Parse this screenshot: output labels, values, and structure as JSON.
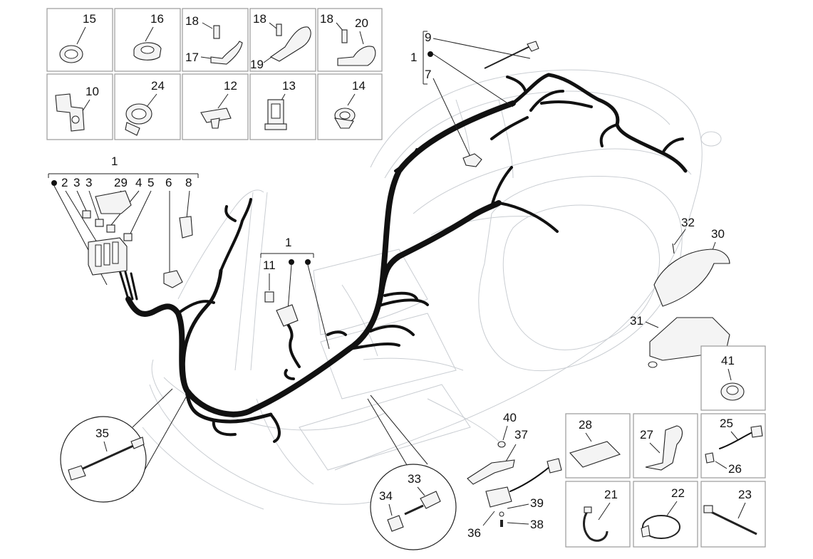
{
  "diagram": {
    "callouts": {
      "c15": "15",
      "c16": "16",
      "c18a": "18",
      "c17": "17",
      "c18b": "18",
      "c19": "19",
      "c18c": "18",
      "c20": "20",
      "c10": "10",
      "c24": "24",
      "c12": "12",
      "c13": "13",
      "c14": "14",
      "c9": "9",
      "c1_top": "1",
      "c7": "7",
      "c1_left": "1",
      "c2": "2",
      "c3a": "3",
      "c3b": "3",
      "c29": "29",
      "c4": "4",
      "c5": "5",
      "c6": "6",
      "c8": "8",
      "c1_mid": "1",
      "c11": "11",
      "c32": "32",
      "c30": "30",
      "c31": "31",
      "c41": "41",
      "c35": "35",
      "c40": "40",
      "c37": "37",
      "c28": "28",
      "c27": "27",
      "c25": "25",
      "c26": "26",
      "c33": "33",
      "c34": "34",
      "c39": "39",
      "c36": "36",
      "c38": "38",
      "c21": "21",
      "c22": "22",
      "c23": "23"
    }
  }
}
